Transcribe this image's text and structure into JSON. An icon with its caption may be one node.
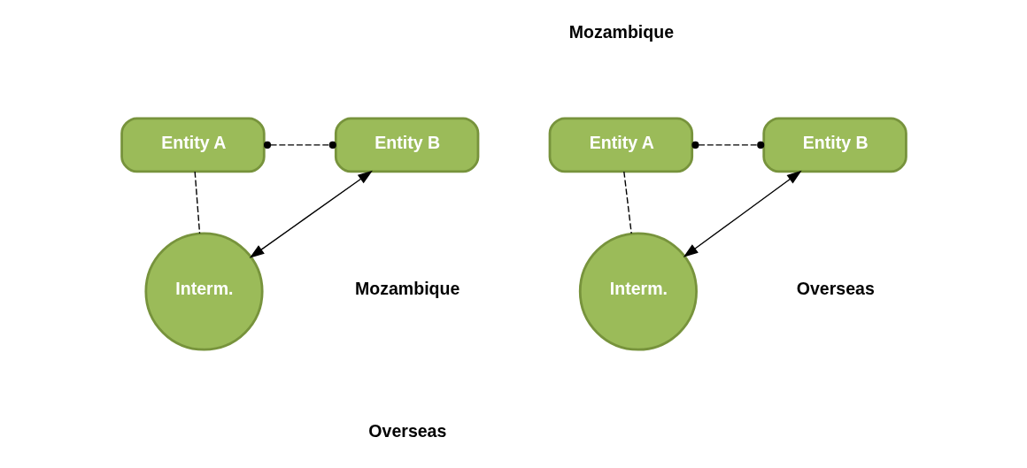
{
  "diagram": {
    "nodes": [
      {
        "text": [
          "Entity A"
        ]
      },
      {
        "text": [
          "Entity B"
        ]
      },
      {
        "text": [
          "Interm."
        ]
      },
      {
        "text": [
          "Entity A"
        ]
      },
      {
        "text": [
          "Entity B"
        ]
      },
      {
        "text": [
          "Interm."
        ]
      }
    ],
    "edges": [
      {
        "from": 0,
        "to": 1,
        "arrow": "other",
        "style": "dashed"
      },
      {
        "from": 0,
        "to": 2,
        "arrow": "none",
        "style": "dashed"
      },
      {
        "from": 1,
        "to": 2,
        "arrow": "both"
      },
      {
        "from": 3,
        "to": 4,
        "arrow": "other",
        "style": "dashed"
      },
      {
        "from": 3,
        "to": 5,
        "arrow": "none",
        "style": "dashed"
      },
      {
        "from": 4,
        "to": 5,
        "arrow": "both"
      }
    ],
    "labels": [
      "Mozambique",
      "Overseas",
      "Mozambique",
      "Overseas"
    ]
  }
}
